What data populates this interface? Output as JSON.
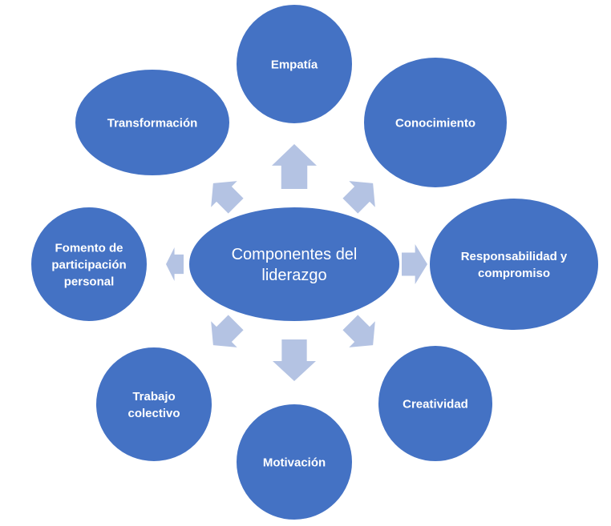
{
  "diagram": {
    "center": {
      "lines": [
        "Componentes del",
        "liderazgo"
      ]
    },
    "nodes": [
      {
        "id": "empatia",
        "lines": [
          "Empatía"
        ]
      },
      {
        "id": "conocimiento",
        "lines": [
          "Conocimiento"
        ]
      },
      {
        "id": "responsabilidad",
        "lines": [
          "Responsabilidad y",
          "compromiso"
        ]
      },
      {
        "id": "creatividad",
        "lines": [
          "Creatividad"
        ]
      },
      {
        "id": "motivacion",
        "lines": [
          "Motivación"
        ]
      },
      {
        "id": "trabajo",
        "lines": [
          "Trabajo",
          "colectivo"
        ]
      },
      {
        "id": "fomento",
        "lines": [
          "Fomento de",
          "participación",
          "personal"
        ]
      },
      {
        "id": "transformacion",
        "lines": [
          "Transformación"
        ]
      }
    ],
    "colors": {
      "node": "#4472C4",
      "arrow": "#B4C3E3",
      "text": "#FFFFFF"
    }
  }
}
